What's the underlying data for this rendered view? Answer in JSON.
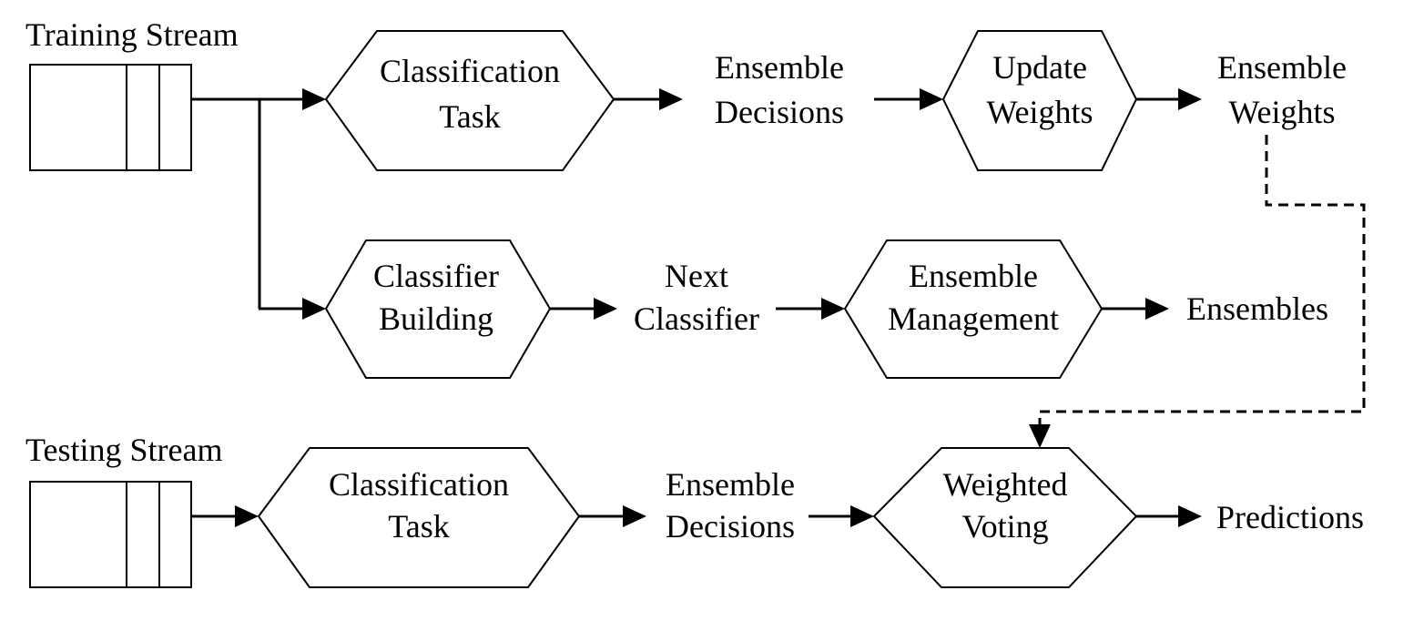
{
  "diagram": {
    "training_stream": {
      "title": "Training Stream"
    },
    "testing_stream": {
      "title": "Testing Stream"
    },
    "nodes": {
      "classification_task_train": {
        "line1": "Classification",
        "line2": "Task"
      },
      "ensemble_decisions_train": {
        "line1": "Ensemble",
        "line2": "Decisions"
      },
      "update_weights": {
        "line1": "Update",
        "line2": "Weights"
      },
      "ensemble_weights": {
        "line1": "Ensemble",
        "line2": "Weights"
      },
      "classifier_building": {
        "line1": "Classifier",
        "line2": "Building"
      },
      "next_classifier": {
        "line1": "Next",
        "line2": "Classifier"
      },
      "ensemble_management": {
        "line1": "Ensemble",
        "line2": "Management"
      },
      "ensembles": {
        "line1": "Ensembles"
      },
      "classification_task_test": {
        "line1": "Classification",
        "line2": "Task"
      },
      "ensemble_decisions_test": {
        "line1": "Ensemble",
        "line2": "Decisions"
      },
      "weighted_voting": {
        "line1": "Weighted",
        "line2": "Voting"
      },
      "predictions": {
        "line1": "Predictions"
      }
    }
  }
}
